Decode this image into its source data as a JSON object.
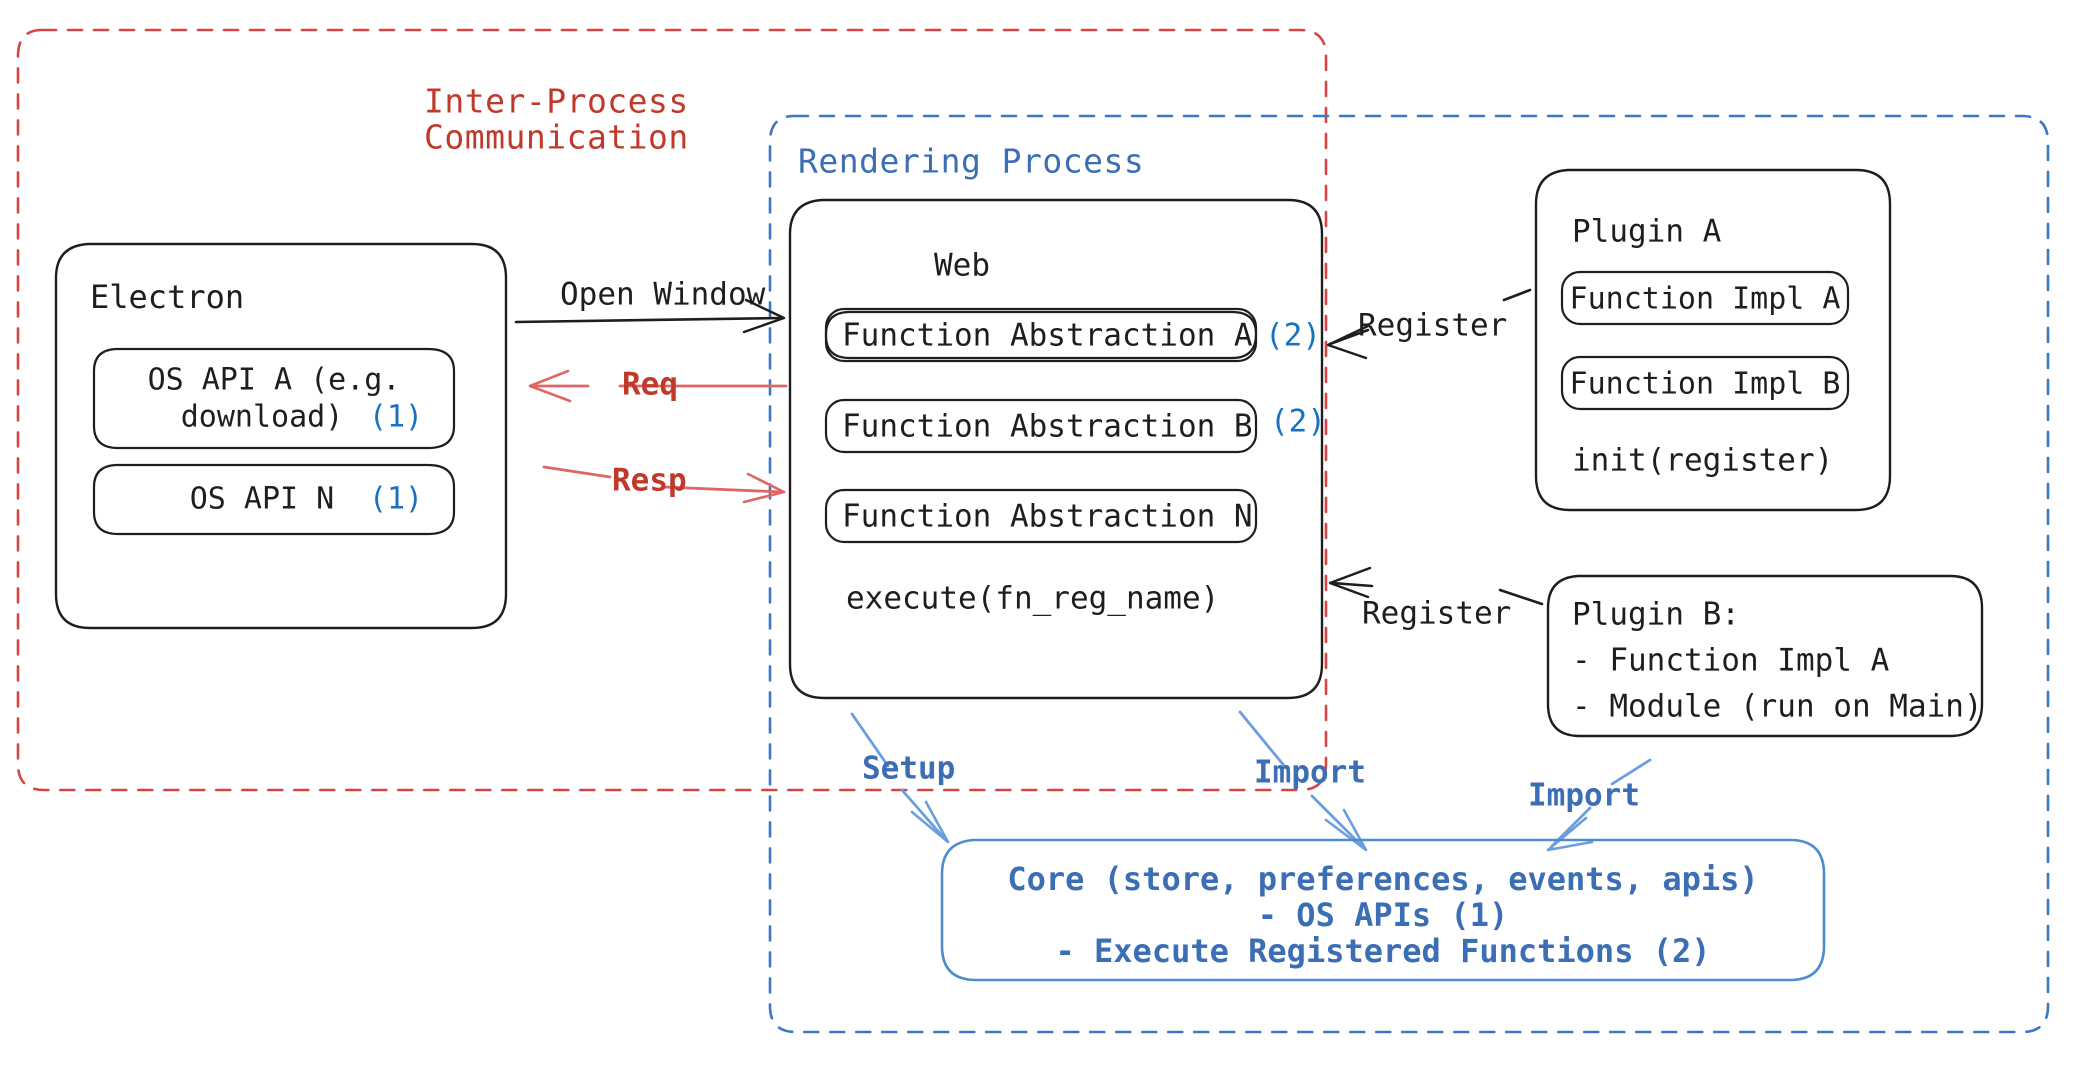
{
  "diagram": {
    "title_hidden": "",
    "regions": {
      "ipc": {
        "label": "Inter-Process\nCommunication",
        "label_line1": "Inter-Process",
        "label_line2": "Communication",
        "color": "#c0392b",
        "style": "dashed"
      },
      "rendering": {
        "label": "Rendering Process",
        "color": "#3b6eb5",
        "style": "dashed"
      }
    },
    "electron": {
      "title": "Electron",
      "apis": [
        {
          "line1": "OS API A (e.g.",
          "line2": "download)",
          "marker": "(1)"
        },
        {
          "line1": "OS API N",
          "line2": "",
          "marker": "(1)"
        }
      ]
    },
    "web": {
      "title": "Web",
      "abstractions": [
        {
          "label": "Function Abstraction A",
          "marker": "(2)"
        },
        {
          "label": "Function Abstraction B",
          "marker": "(2)"
        },
        {
          "label": "Function Abstraction N",
          "marker": ""
        }
      ],
      "footer": "execute(fn_reg_name)"
    },
    "plugin_a": {
      "title": "Plugin A",
      "items": [
        {
          "label": "Function Impl A"
        },
        {
          "label": "Function Impl B"
        }
      ],
      "footer": "init(register)"
    },
    "plugin_b": {
      "lines": [
        "Plugin B:",
        "- Function Impl A",
        "- Module (run on Main)"
      ]
    },
    "core": {
      "lines": [
        "Core (store, preferences, events, apis)",
        "- OS APIs (1)",
        "- Execute Registered Functions (2)"
      ],
      "color": "#3b6eb5"
    },
    "edges": [
      {
        "label": "Open Window",
        "color": "#1e1e1e",
        "from": "electron",
        "to": "web"
      },
      {
        "label": "Req",
        "color": "#e06666",
        "from": "web",
        "to": "electron"
      },
      {
        "label": "Resp",
        "color": "#e06666",
        "from": "electron",
        "to": "web"
      },
      {
        "label": "Register",
        "color": "#1e1e1e",
        "from": "plugin_a",
        "to": "web"
      },
      {
        "label": "Register",
        "color": "#1e1e1e",
        "from": "plugin_b",
        "to": "web"
      },
      {
        "label": "Setup",
        "color": "#3b6eb5",
        "from": "web",
        "to": "core"
      },
      {
        "label": "Import",
        "color": "#3b6eb5",
        "from": "web",
        "to": "core"
      },
      {
        "label": "Import",
        "color": "#3b6eb5",
        "from": "plugin_b",
        "to": "core"
      }
    ],
    "colors": {
      "red": "#c0392b",
      "red_dash": "#d64545",
      "blue": "#3b6eb5",
      "blue_dash": "#3b78c3",
      "blue_light": "#6a9edc",
      "marker_blue": "#1971c2",
      "ink": "#1e1e1e"
    }
  }
}
